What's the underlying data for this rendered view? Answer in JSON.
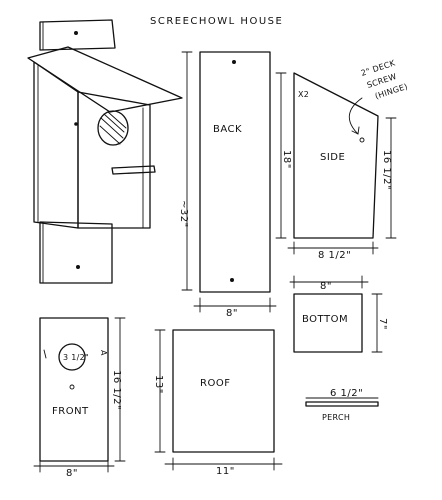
{
  "title": "SCREECHOWL HOUSE",
  "back": {
    "label": "BACK",
    "height": "~32\"",
    "width": "8\""
  },
  "side": {
    "label": "SIDE",
    "qty": "X2",
    "front_height": "18\"",
    "back_height": "16 1/2\"",
    "width": "8 1/2\""
  },
  "note": {
    "line1": "2\" DECK",
    "line2": "SCREW",
    "line3": "(HINGE)"
  },
  "bottom": {
    "label": "BOTTOM",
    "width": "8\"",
    "height": "7\""
  },
  "front": {
    "label": "FRONT",
    "hole": "3 1/2\"",
    "height": "16 1/2\"",
    "width": "8\"",
    "hole_offset": "A"
  },
  "roof": {
    "label": "ROOF",
    "height": "13\"",
    "width": "11\""
  },
  "perch": {
    "label": "PERCH",
    "length": "6 1/2\""
  }
}
